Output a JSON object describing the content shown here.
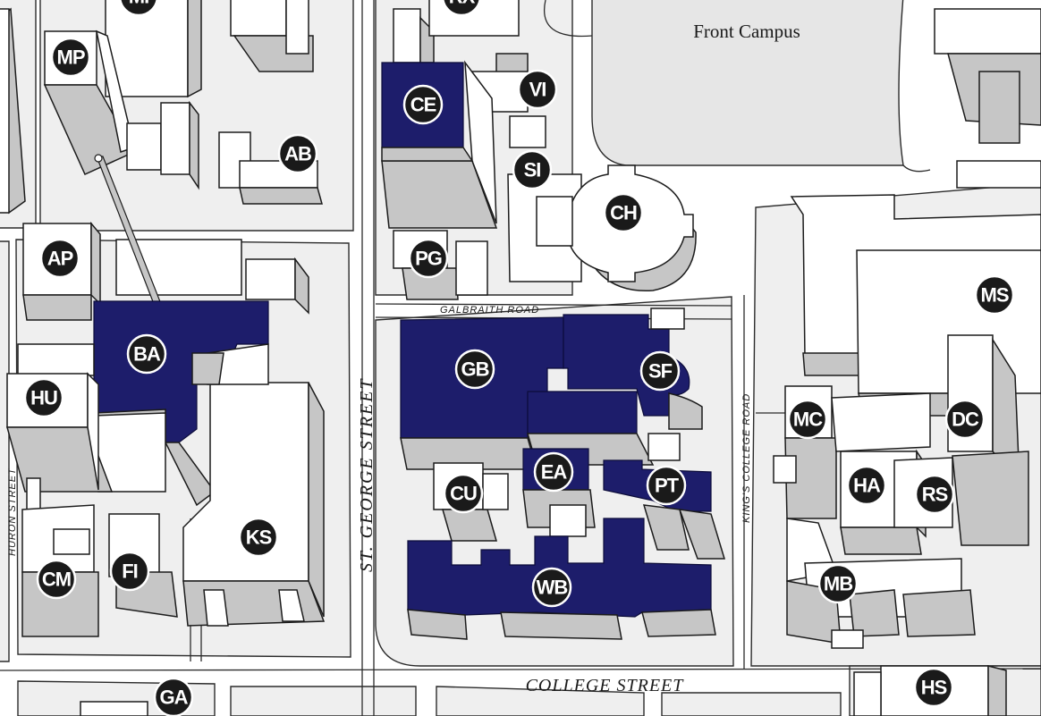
{
  "map": {
    "area_labels": {
      "front_campus": "Front Campus"
    },
    "streets": {
      "st_george": "ST. GEORGE   STREET",
      "college": "COLLEGE   STREET",
      "kings_college_road": "KING'S COLLEGE ROAD",
      "huron": "HURON STREET",
      "galbraith": "GALBRAITH   ROAD"
    },
    "buildings": {
      "MP": "MP",
      "CE": "CE",
      "VI": "VI",
      "AB": "AB",
      "SI": "SI",
      "CH": "CH",
      "AP": "AP",
      "PG": "PG",
      "MS": "MS",
      "BA": "BA",
      "GB": "GB",
      "SF": "SF",
      "HU": "HU",
      "MC": "MC",
      "DC": "DC",
      "EA": "EA",
      "CU": "CU",
      "PT": "PT",
      "HA": "HA",
      "RS": "RS",
      "KS": "KS",
      "CM": "CM",
      "FI": "FI",
      "WB": "WB",
      "MB": "MB",
      "GA": "GA",
      "HS": "HS",
      "MI": "MI",
      "RX": "RX"
    },
    "colors": {
      "highlight": "#1d1d6b",
      "label_circle": "#1a1a1a",
      "block": "#efefef",
      "roof": "#ffffff",
      "wall": "#c6c6c6"
    }
  }
}
